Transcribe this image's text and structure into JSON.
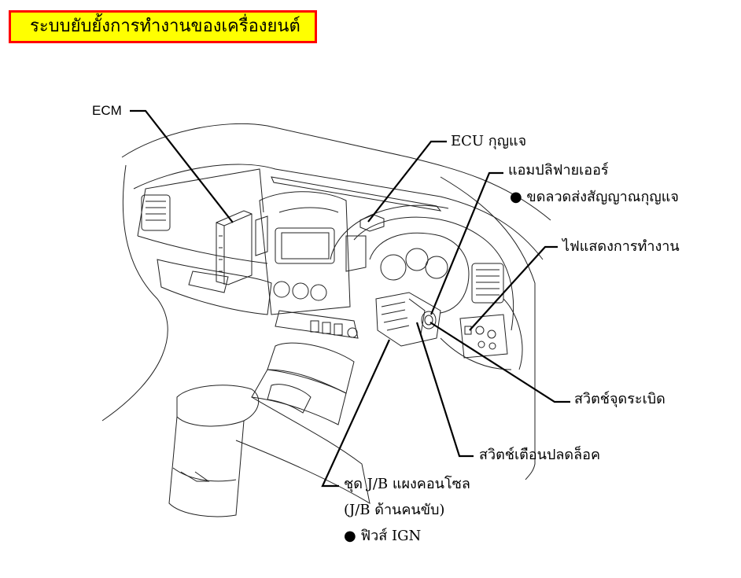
{
  "title": "ระบบยับยั้งการทำงานของเครื่องยนต์",
  "labels": {
    "ecm": "ECM",
    "ecu_key": "ECU กุญแจ",
    "amplifier": "แอมปลิฟายเออร์",
    "amplifier_note": "● ขดลวดส่งสัญญาณกุญแจ",
    "indicator": "ไฟแสดงการทำงาน",
    "ignition_switch": "สวิตช์จุดระเบิด",
    "unlock_warning_switch": "สวิตช์เตือนปลดล็อค",
    "jb_line1": "ชุด J/B แผงคอนโซล",
    "jb_line2": "(J/B ด้านคนขับ)",
    "jb_note": "● ฟิวส์ IGN"
  },
  "colors": {
    "title_bg": "#ffff00",
    "title_border": "#ff0000"
  }
}
